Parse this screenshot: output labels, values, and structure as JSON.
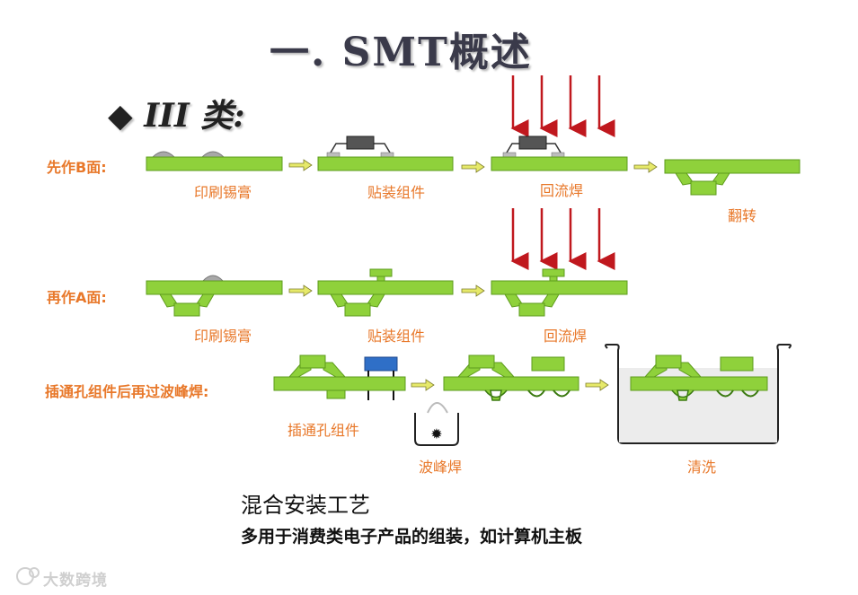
{
  "title": "一. SMT概述",
  "class_label": "◆ III 类:",
  "rows": {
    "b_side": "先作B面:",
    "a_side": "再作A面:",
    "through_hole": "插通孔组件后再过波峰焊:"
  },
  "steps": {
    "b_print": "印刷锡膏",
    "b_place": "贴装组件",
    "b_reflow": "回流焊",
    "b_flip": "翻转",
    "a_print": "印刷锡膏",
    "a_place": "贴装组件",
    "a_reflow": "回流焊",
    "th_insert": "插通孔组件",
    "th_wave": "波峰焊",
    "th_clean": "清洗"
  },
  "footer": {
    "title": "混合安装工艺",
    "description": "多用于消费类电子产品的组装，如计算机主板"
  },
  "watermark": "大数跨境",
  "colors": {
    "board": "#8fd13b",
    "board_stroke": "#5e9c1c",
    "label": "#e8782a",
    "heat_arrow": "#c0181e",
    "flow_arrow": "#e6e96a",
    "chip": "#555555",
    "through_hole_part": "#2f6fc7",
    "solder_paste": "#a8a8a8"
  }
}
